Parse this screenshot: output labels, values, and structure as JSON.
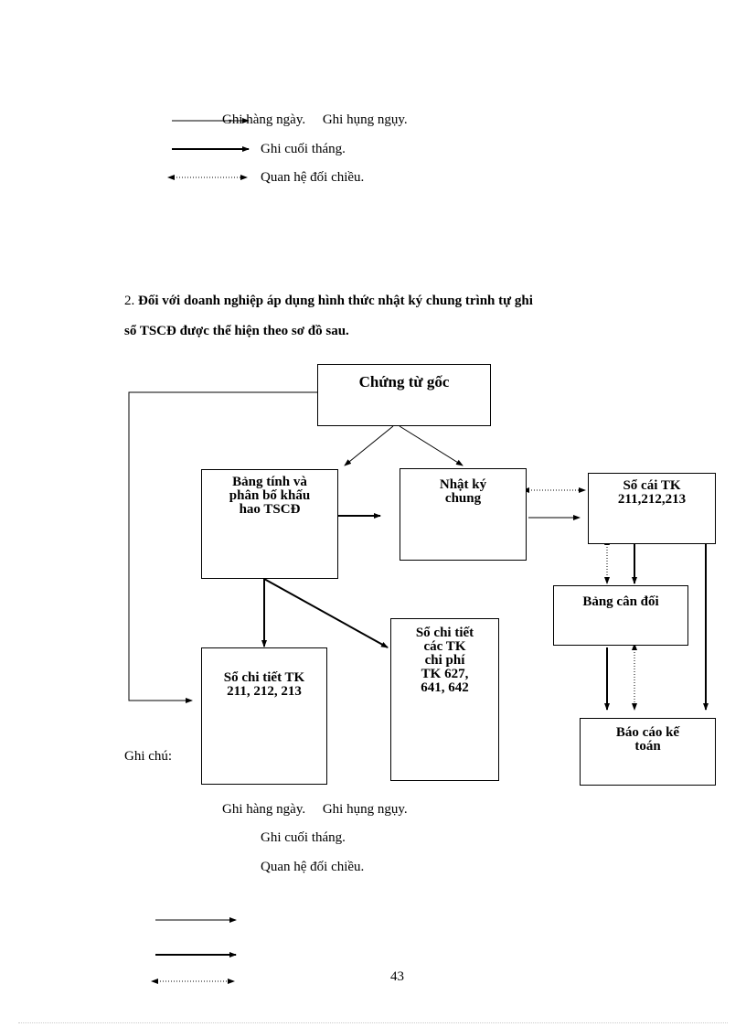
{
  "top_legend": {
    "daily": "Ghi hàng ngày.",
    "periodic": "Ghi hụng ngụy.",
    "month_end": "Ghi cuối tháng.",
    "reconcile": "Quan hệ đối chiều."
  },
  "section_heading": {
    "number": "2.",
    "line1": "Đối với doanh nghiệp áp dụng hình thức nhật ký chung trình tự ghi",
    "line2": "sổ TSCĐ được thể hiện theo sơ đồ sau."
  },
  "diagram": {
    "source_docs": "Chứng từ gốc",
    "depreciation_table": [
      "Bảng tính và",
      "phân bố khấu",
      "hao TSCĐ"
    ],
    "general_journal": [
      "Nhật ký",
      "chung"
    ],
    "ledger": [
      "Sổ cái TK",
      "211,212,213"
    ],
    "balance_sheet": "Bảng cân đối",
    "detail_fixed_assets": [
      "Sổ chi tiết TK",
      "211, 212, 213"
    ],
    "detail_costs": [
      "Sổ chi tiết",
      "các TK",
      "chi phí",
      "TK 627,",
      "641, 642"
    ],
    "reports": [
      "Báo cáo kế",
      "toán"
    ]
  },
  "note_label": "Ghi chú:",
  "bottom_legend": {
    "daily": "Ghi hàng ngày.",
    "periodic": "Ghi hụng ngụy.",
    "month_end": "Ghi cuối tháng.",
    "reconcile": "Quan hệ đối chiều."
  },
  "page_number": "43"
}
